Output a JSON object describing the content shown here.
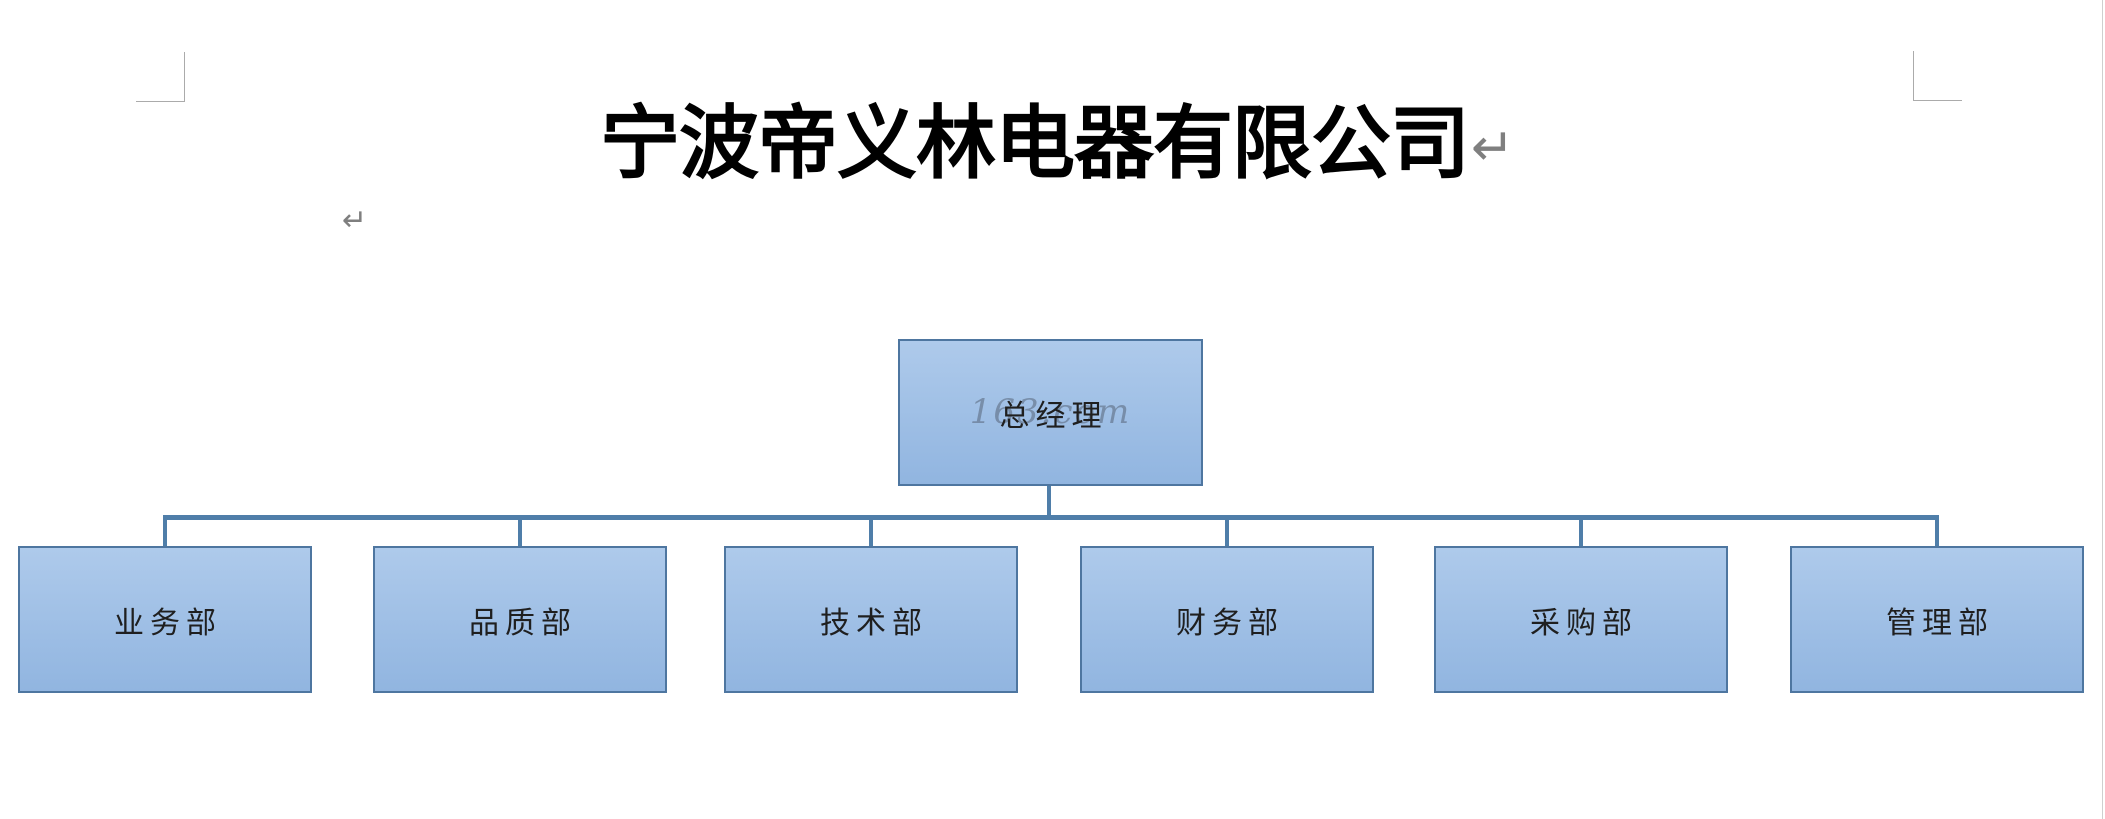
{
  "document": {
    "title": "宁波帝义林电器有限公司",
    "paragraph_mark": "↵"
  },
  "org_chart": {
    "root": {
      "label": "总经理",
      "watermark": "163.com"
    },
    "departments": [
      {
        "label": "业务部"
      },
      {
        "label": "品质部"
      },
      {
        "label": "技术部"
      },
      {
        "label": "财务部"
      },
      {
        "label": "采购部"
      },
      {
        "label": "管理部"
      }
    ],
    "colors": {
      "box_fill_top": "#aecaeb",
      "box_fill_bottom": "#91b5e0",
      "box_border": "#4e76a0",
      "connector": "#4f7ea9",
      "node_text": "#1f1f1f",
      "title_text": "#000000",
      "paragraph_mark": "#7f7f7f",
      "boundary_mark": "#ababab",
      "watermark": "#5f6f85"
    }
  }
}
